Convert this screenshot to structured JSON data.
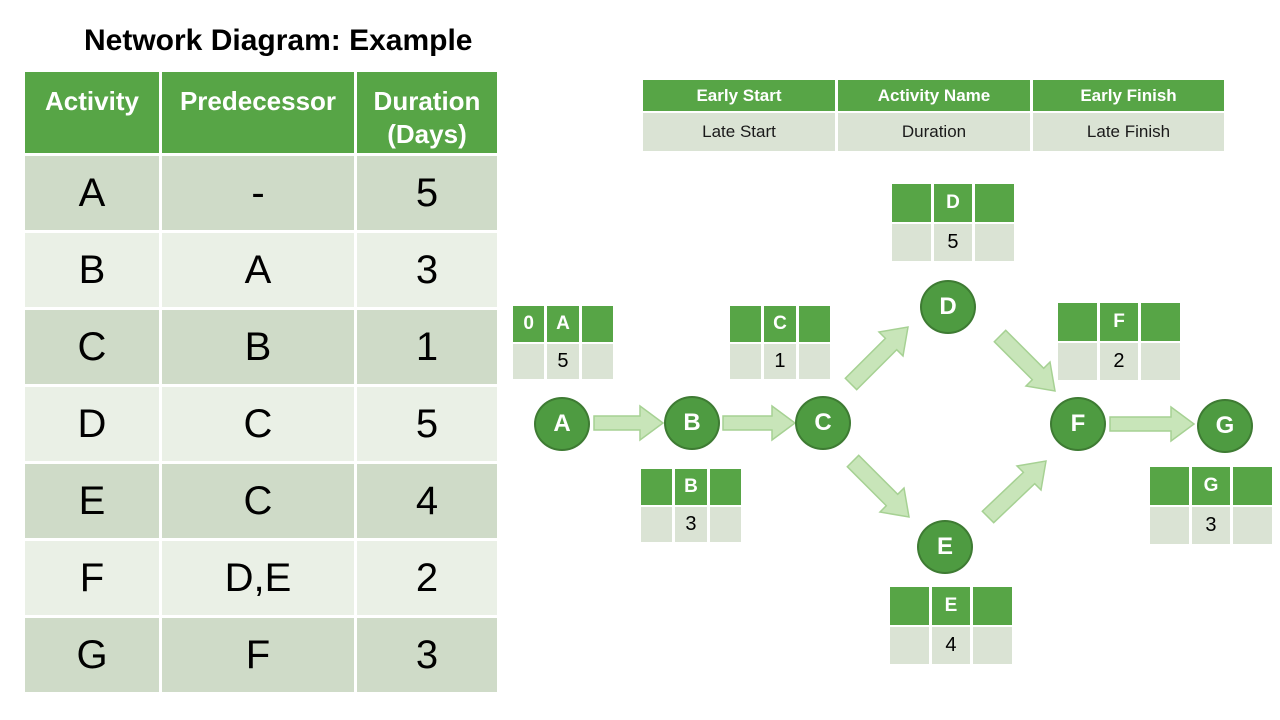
{
  "title": "Network Diagram: Example",
  "activity_table": {
    "headers": [
      "Activity",
      "Predecessor",
      "Duration (Days)"
    ],
    "rows": [
      {
        "activity": "A",
        "predecessor": "-",
        "duration": "5"
      },
      {
        "activity": "B",
        "predecessor": "A",
        "duration": "3"
      },
      {
        "activity": "C",
        "predecessor": "B",
        "duration": "1"
      },
      {
        "activity": "D",
        "predecessor": "C",
        "duration": "5"
      },
      {
        "activity": "E",
        "predecessor": "C",
        "duration": "4"
      },
      {
        "activity": "F",
        "predecessor": "D,E",
        "duration": "2"
      },
      {
        "activity": "G",
        "predecessor": "F",
        "duration": "3"
      }
    ]
  },
  "legend": {
    "header": [
      "Early Start",
      "Activity Name",
      "Early Finish"
    ],
    "subrow": [
      "Late Start",
      "Duration",
      "Late Finish"
    ]
  },
  "network": {
    "nodes": [
      {
        "label": "A"
      },
      {
        "label": "B"
      },
      {
        "label": "C"
      },
      {
        "label": "D"
      },
      {
        "label": "E"
      },
      {
        "label": "F"
      },
      {
        "label": "G"
      }
    ],
    "boxes": [
      {
        "node": "A",
        "top": [
          "0",
          "A",
          ""
        ],
        "bottom": [
          "",
          "5",
          ""
        ]
      },
      {
        "node": "B",
        "top": [
          "",
          "B",
          ""
        ],
        "bottom": [
          "",
          "3",
          ""
        ]
      },
      {
        "node": "C",
        "top": [
          "",
          "C",
          ""
        ],
        "bottom": [
          "",
          "1",
          ""
        ]
      },
      {
        "node": "D",
        "top": [
          "",
          "D",
          ""
        ],
        "bottom": [
          "",
          "5",
          ""
        ]
      },
      {
        "node": "E",
        "top": [
          "",
          "E",
          ""
        ],
        "bottom": [
          "",
          "4",
          ""
        ]
      },
      {
        "node": "F",
        "top": [
          "",
          "F",
          ""
        ],
        "bottom": [
          "",
          "2",
          ""
        ]
      },
      {
        "node": "G",
        "top": [
          "",
          "G",
          ""
        ],
        "bottom": [
          "",
          "3",
          ""
        ]
      }
    ],
    "edges": [
      {
        "from": "A",
        "to": "B"
      },
      {
        "from": "B",
        "to": "C"
      },
      {
        "from": "C",
        "to": "D"
      },
      {
        "from": "C",
        "to": "E"
      },
      {
        "from": "D",
        "to": "F"
      },
      {
        "from": "E",
        "to": "F"
      },
      {
        "from": "F",
        "to": "G"
      }
    ]
  },
  "colors": {
    "green": "#57a546",
    "node": "#4e9b41",
    "node_border": "#3e7b33",
    "light_cell": "#dae3d4",
    "band_dark": "#cfdbc8",
    "band_light": "#eaf0e6",
    "arrow_fill": "#c8e5b9",
    "arrow_stroke": "#a6d193"
  }
}
